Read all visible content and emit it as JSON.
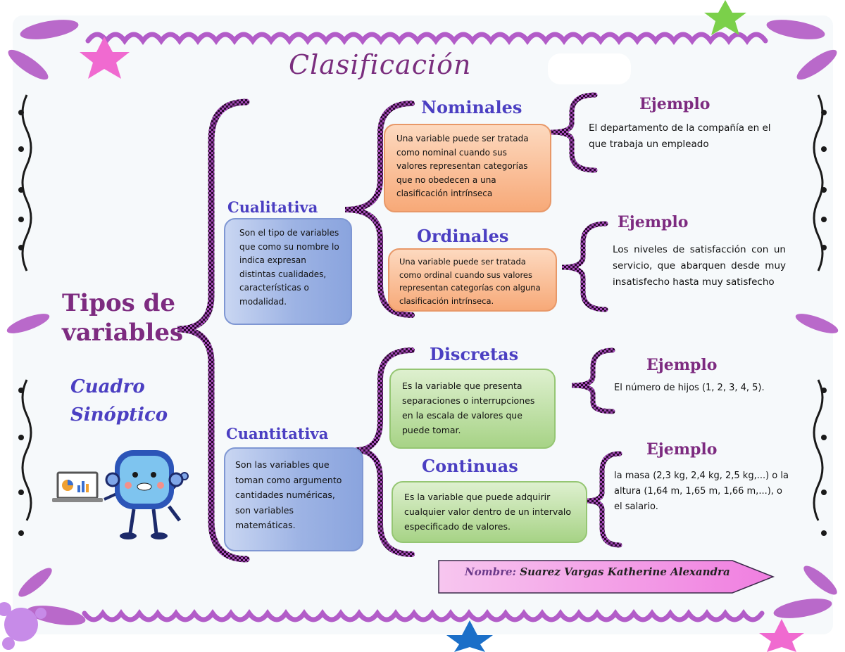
{
  "title": "Clasificación",
  "main_heading": "Tipos de variables",
  "subtitle": "Cuadro Sinóptico",
  "colors": {
    "title": "#7a2e7e",
    "heading": "#7d2b80",
    "category": "#4b3fc2",
    "blue_box": "#9db3e4",
    "orange_box": "#f7a978",
    "green_box": "#a7d386",
    "brace": "#4a1a4e"
  },
  "icons": [
    "laptop-chart-icon",
    "robot-mascot-icon",
    "star-icon",
    "sparkle-border-icon"
  ],
  "cualitativa": {
    "label": "Cualitativa",
    "description": "Son el tipo de variables que como su nombre lo indica expresan distintas cualidades, características o modalidad.",
    "nominales": {
      "label": "Nominales",
      "description": "Una variable puede ser tratada como nominal cuando sus valores representan categorías que no obedecen a una clasificación intrínseca",
      "example_label": "Ejemplo",
      "example": "El departamento de la compañía en el que trabaja un empleado"
    },
    "ordinales": {
      "label": "Ordinales",
      "description": "Una variable puede ser tratada como ordinal cuando sus valores representan categorías con alguna clasificación intrínseca.",
      "example_label": "Ejemplo",
      "example": "Los niveles de satisfacción con un servicio, que abarquen desde muy insatisfecho hasta muy satisfecho"
    }
  },
  "cuantitativa": {
    "label": "Cuantitativa",
    "description": "Son las variables que toman como argumento cantidades numéricas, son variables matemáticas.",
    "discretas": {
      "label": "Discretas",
      "description": "Es la variable que presenta separaciones o interrupciones en la escala de valores que puede tomar.",
      "example_label": "Ejemplo",
      "example": "El número de hijos (1, 2, 3, 4, 5)."
    },
    "continuas": {
      "label": "Continuas",
      "description": "Es la variable que puede adquirir cualquier valor dentro de un intervalo especificado de valores.",
      "example_label": "Ejemplo",
      "example": "la masa (2,3 kg, 2,4 kg, 2,5 kg,...) o la altura (1,64 m, 1,65 m, 1,66 m,...), o el salario."
    }
  },
  "author": {
    "label": "Nombre:",
    "name": "Suarez Vargas Katherine Alexandra"
  }
}
